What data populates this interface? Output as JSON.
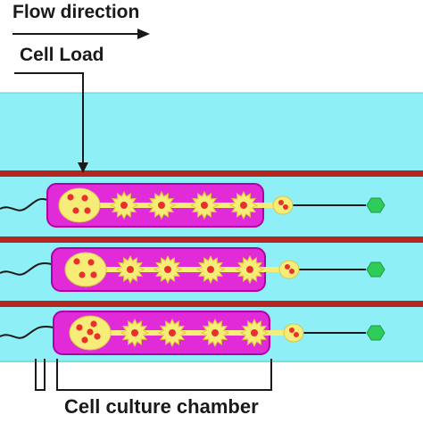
{
  "labels": {
    "flow_direction": "Flow direction",
    "cell_load": "Cell Load",
    "cell_culture_chamber": "Cell culture chamber"
  },
  "colors": {
    "channel_fill": "#8eeff7",
    "wall": "#b5261e",
    "chamber_fill": "#e22bd8",
    "chamber_border": "#b000a8",
    "cell_fill": "#f6ed79",
    "cell_spot": "#e8312a",
    "outlet": "#2ecc58",
    "line": "#1a1a1a"
  },
  "chambers": [
    {
      "name": "chamber-1",
      "large_cell_spots": 4
    },
    {
      "name": "chamber-2",
      "large_cell_spots": 4
    },
    {
      "name": "chamber-3",
      "large_cell_spots": 5
    }
  ]
}
